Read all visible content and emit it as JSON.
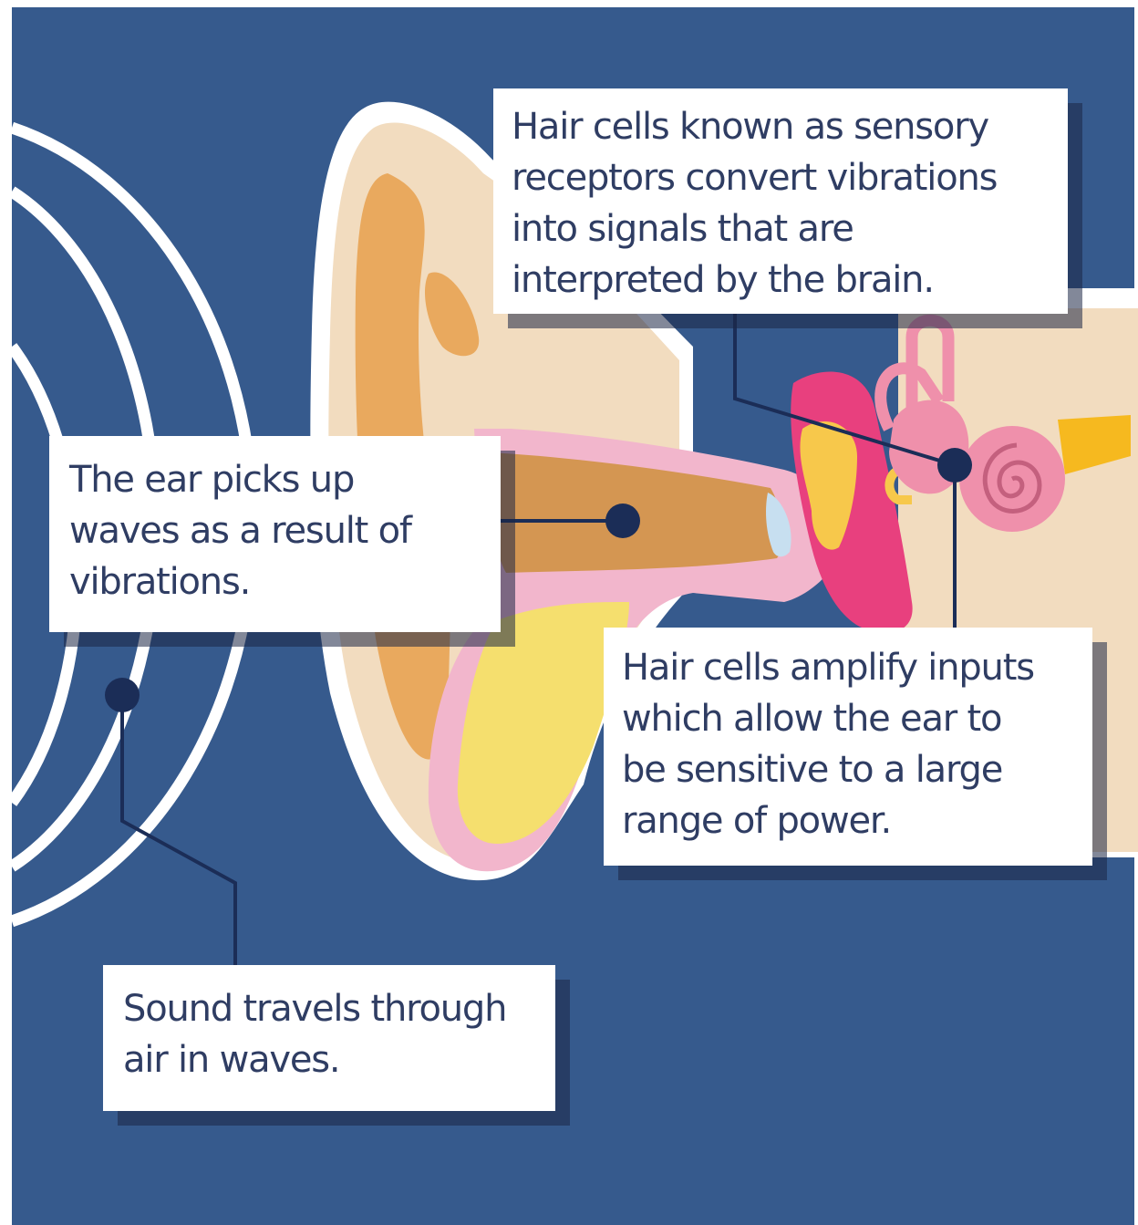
{
  "colors": {
    "background": "#365a8d",
    "wave_ring": "#ffffff",
    "leader_line": "#1b2d57",
    "marker_dot": "#1b2d57",
    "callout_fill": "#ffffff",
    "callout_text": "#2f3d63",
    "pinna_skin": "#f2dcbf",
    "pinna_inner": "#e9a95e",
    "ear_canal": "#d49652",
    "canal_lining": "#f2b6cc",
    "cartilage_yellow": "#f5df6e",
    "eardrum": "#c7dff0",
    "middle_ear_magenta": "#e8407e",
    "cochlea_pink": "#ef90ab",
    "ossicles_gold": "#f7c84b",
    "auditory_nerve": "#f6b91f"
  },
  "callouts": {
    "sensory_receptors": {
      "lines": [
        "Hair cells known as sensory",
        "receptors convert vibrations",
        "into signals that are",
        "interpreted by the brain."
      ]
    },
    "ear_picks_up": {
      "lines": [
        "The ear picks up",
        "waves as a result of",
        "vibrations."
      ]
    },
    "amplify_inputs": {
      "lines": [
        "Hair cells amplify inputs",
        "which allow the ear to",
        "be sensitive to a large",
        "range of power."
      ]
    },
    "sound_travels": {
      "lines": [
        "Sound travels through",
        "air in waves."
      ]
    }
  }
}
